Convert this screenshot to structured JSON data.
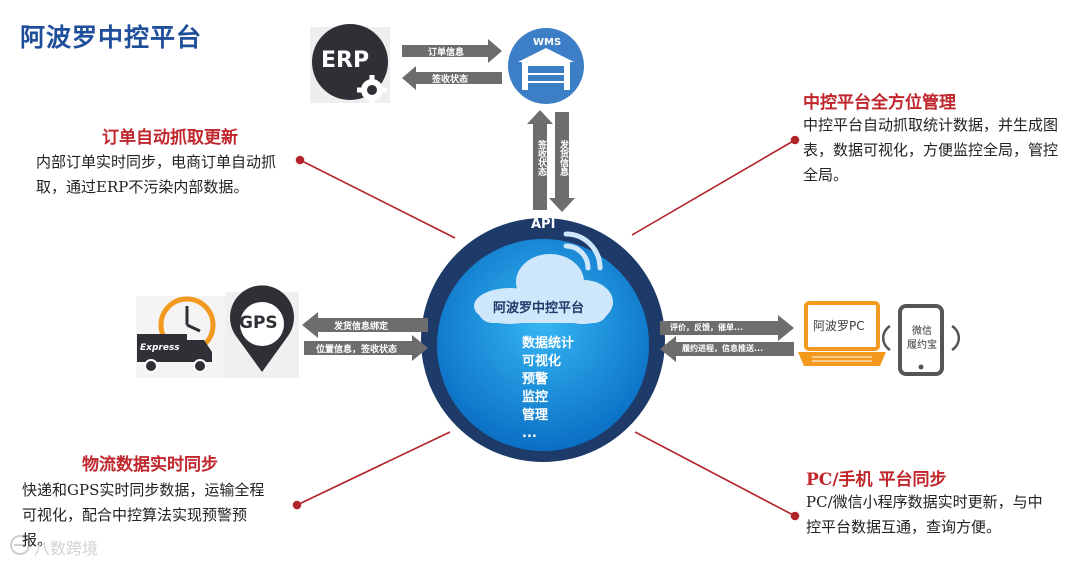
{
  "title": "阿波罗中控平台",
  "erp": {
    "label": "ERP"
  },
  "wms": {
    "label": "WMS"
  },
  "erp_wms_arrows": {
    "to_wms": "订单信息",
    "to_erp": "签收状态"
  },
  "wms_api_arrows": {
    "down": "发货信息",
    "up": "签收状态"
  },
  "api_label": "API",
  "cloud_label": "阿波罗中控平台",
  "center_items": [
    "数据统计",
    "可视化",
    "预警",
    "监控",
    "管理",
    "..."
  ],
  "left_arrows": {
    "to_left": "发货信息绑定",
    "to_right": "位置信息，签收状态"
  },
  "right_arrows": {
    "to_right": "评价，反馈，催单...",
    "to_left": "履约进程，信息推送..."
  },
  "express_label": "Express",
  "gps_label": "GPS",
  "pc_label": "阿波罗PC",
  "phone_label": [
    "微信",
    "履约宝"
  ],
  "features": {
    "top_left": {
      "title": "订单自动抓取更新",
      "body": "内部订单实时同步，电商订单自动抓取，通过ERP不污染内部数据。"
    },
    "top_right": {
      "title": "中控平台全方位管理",
      "body": "中控平台自动抓取统计数据，并生成图表，数据可视化，方便监控全局，管控全局。"
    },
    "bottom_left": {
      "title": "物流数据实时同步",
      "body": "快递和GPS实时同步数据，运输全程可视化，配合中控算法实现预警预报。"
    },
    "bottom_right": {
      "title": "PC/手机 平台同步",
      "body": "PC/微信小程序数据实时更新，与中控平台数据互通，查询方便。"
    }
  },
  "watermark": "八数跨境",
  "colors": {
    "title": "#1f4e9a",
    "accent_red": "#c0272d",
    "circle_outer": "#1e3a68",
    "circle_inner": "#0d8fe0",
    "arrow_gray": "#6d6d6d",
    "orange": "#f39a1e"
  }
}
